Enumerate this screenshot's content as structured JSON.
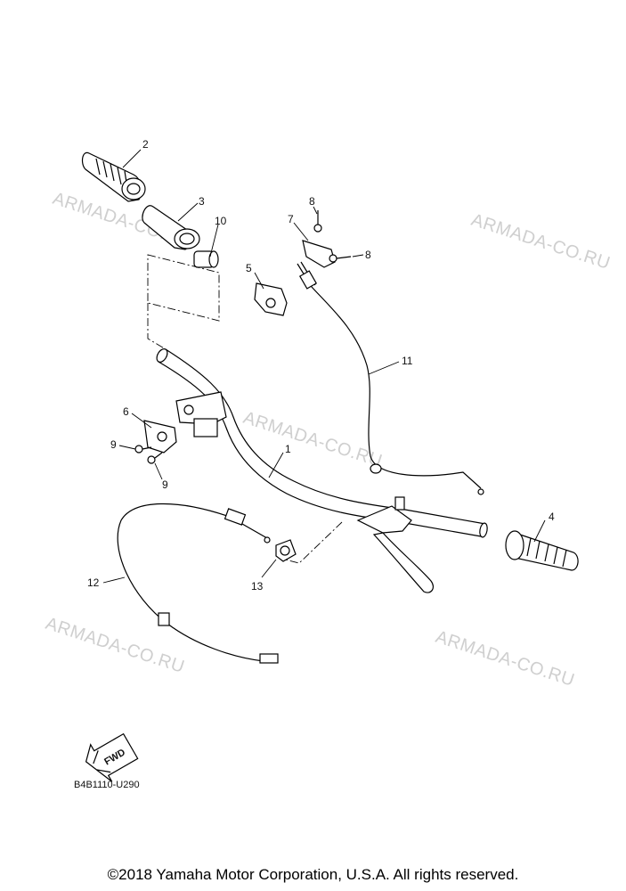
{
  "watermark_text": "ARMADA-CO.RU",
  "callouts": {
    "c1": "1",
    "c2": "2",
    "c3": "3",
    "c4": "4",
    "c5": "5",
    "c6": "6",
    "c7": "7",
    "c8a": "8",
    "c8b": "8",
    "c9a": "9",
    "c9b": "9",
    "c10": "10",
    "c11": "11",
    "c12": "12",
    "c13": "13"
  },
  "fwd_label": "FWD",
  "diagram_code": "B4B1110-U290",
  "copyright": "©2018 Yamaha Motor Corporation, U.S.A. All rights reserved."
}
